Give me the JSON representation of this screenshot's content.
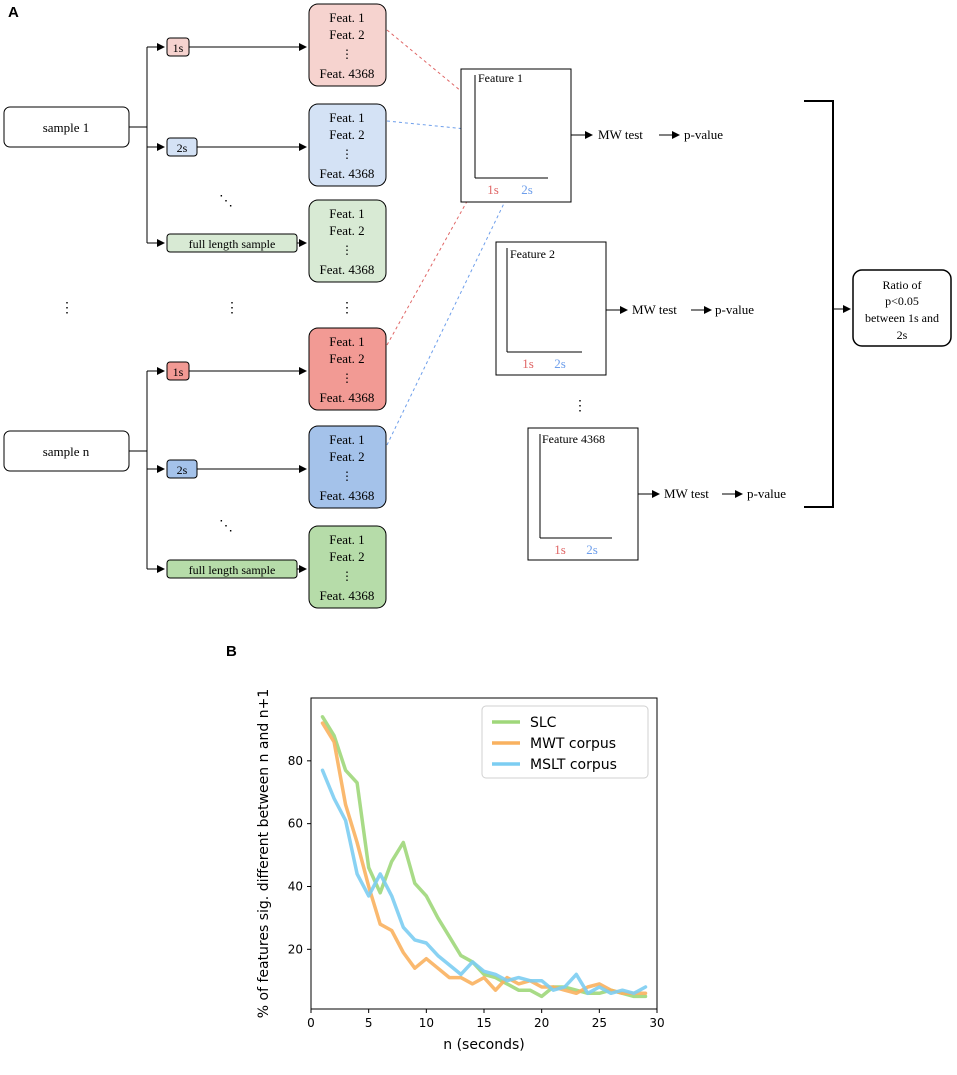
{
  "panel_a": {
    "label": "A",
    "sample_1": "sample 1",
    "sample_n": "sample n",
    "seg_1s": "1s",
    "seg_2s": "2s",
    "seg_full": "full length sample",
    "feat_1": "Feat. 1",
    "feat_2": "Feat. 2",
    "feat_last": "Feat. 4368",
    "vdots": "⋮",
    "ddots": "⋱",
    "feature_1_title": "Feature 1",
    "feature_2_title": "Feature 2",
    "feature_last_title": "Feature 4368",
    "axis_1s": "1s",
    "axis_2s": "2s",
    "mw_test": "MW test",
    "p_value": "p-value",
    "ratio_lines": [
      "Ratio of",
      "p<0.05",
      "between 1s and",
      "2s"
    ],
    "colors": {
      "pink_light": "#f6d3cf",
      "pink_dark": "#f29a94",
      "blue_light": "#d4e2f5",
      "blue_dark": "#a4c2ea",
      "green_light": "#d8ead4",
      "green_dark": "#b6dca9",
      "red_marker": "#e06666",
      "blue_marker": "#6d9eeb"
    }
  },
  "panel_b": {
    "label": "B"
  },
  "chart_data": {
    "type": "line",
    "xlabel": "n (seconds)",
    "ylabel": "% of features sig. different between n and n+1",
    "xlim": [
      0,
      30
    ],
    "ylim": [
      1,
      100
    ],
    "xticks": [
      0,
      5,
      10,
      15,
      20,
      25,
      30
    ],
    "yticks": [
      20,
      40,
      60,
      80
    ],
    "grid": false,
    "legend_position": "top-right",
    "x": [
      1,
      2,
      3,
      4,
      5,
      6,
      7,
      8,
      9,
      10,
      11,
      12,
      13,
      14,
      15,
      16,
      17,
      18,
      19,
      20,
      21,
      22,
      23,
      24,
      25,
      26,
      27,
      28,
      29
    ],
    "series": [
      {
        "name": "SLC",
        "color": "#9fd77a",
        "values": [
          94,
          88,
          77,
          73,
          46,
          38,
          48,
          54,
          41,
          37,
          30,
          24,
          18,
          16,
          12,
          11,
          9,
          7,
          7,
          5,
          8,
          8,
          7,
          6,
          6,
          7,
          6,
          5,
          5
        ]
      },
      {
        "name": "MWT corpus",
        "color": "#f9b15f",
        "values": [
          92,
          86,
          66,
          54,
          40,
          28,
          26,
          19,
          14,
          17,
          14,
          11,
          11,
          9,
          11,
          7,
          11,
          9,
          10,
          8,
          8,
          7,
          6,
          8,
          9,
          7,
          6,
          6,
          6
        ]
      },
      {
        "name": "MSLT corpus",
        "color": "#7ccdf2",
        "values": [
          77,
          68,
          61,
          44,
          37,
          44,
          37,
          27,
          23,
          22,
          18,
          15,
          12,
          16,
          13,
          12,
          10,
          11,
          10,
          10,
          7,
          8,
          12,
          6,
          8,
          6,
          7,
          6,
          8
        ]
      }
    ]
  }
}
